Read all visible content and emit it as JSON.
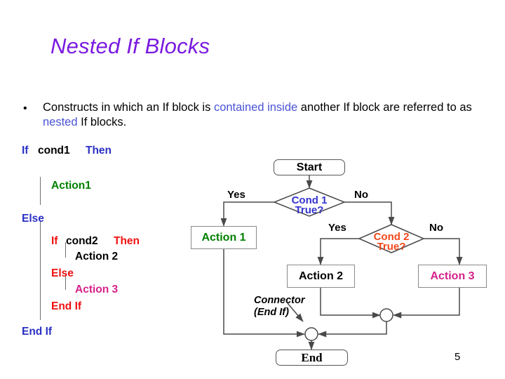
{
  "slide": {
    "title": "Nested If Blocks",
    "page_number": "5"
  },
  "bullet": {
    "marker": "•",
    "part1": "Constructs in which an If block is ",
    "hl1": "contained inside",
    "part2": " another If block are referred to as ",
    "hl2": "nested",
    "part3": " If blocks."
  },
  "colors": {
    "title_purple": "#7a1ae0",
    "link_blue": "#4a53d6",
    "keyword_blue": "#2b31c4",
    "keyword_red": "#ee1111",
    "action1_green": "#008000",
    "action3_pink": "#d6218a",
    "cond2_orange": "#f4471c",
    "cond1_blue": "#3333cc",
    "line_gray": "#555555"
  },
  "code": {
    "lines": [
      {
        "text": "If",
        "color": "blue"
      },
      {
        "text": "cond1",
        "color": "black"
      },
      {
        "text": "Then",
        "color": "blue"
      },
      {
        "text": "Action1",
        "color": "green"
      },
      {
        "text": "Else",
        "color": "blue"
      },
      {
        "text": "If",
        "color": "red"
      },
      {
        "text": "cond2",
        "color": "black"
      },
      {
        "text": "Then",
        "color": "red"
      },
      {
        "text": "Action 2",
        "color": "black"
      },
      {
        "text": "Else",
        "color": "red"
      },
      {
        "text": "Action 3",
        "color": "pink"
      },
      {
        "text": "End If",
        "color": "red"
      },
      {
        "text": "End If",
        "color": "blue"
      }
    ]
  },
  "flowchart": {
    "nodes": {
      "start": {
        "label": "Start"
      },
      "cond1": {
        "label_line1": "Cond 1",
        "label_line2": "True?"
      },
      "cond2": {
        "label_line1": "Cond 2",
        "label_line2": "True?"
      },
      "action1": {
        "label": "Action 1"
      },
      "action2": {
        "label": "Action 2"
      },
      "action3": {
        "label": "Action 3"
      },
      "end": {
        "label": "End"
      }
    },
    "edge_labels": {
      "cond1_yes": "Yes",
      "cond1_no": "No",
      "cond2_yes": "Yes",
      "cond2_no": "No"
    },
    "connector_note_line1": "Connector",
    "connector_note_line2": "(End If)"
  }
}
